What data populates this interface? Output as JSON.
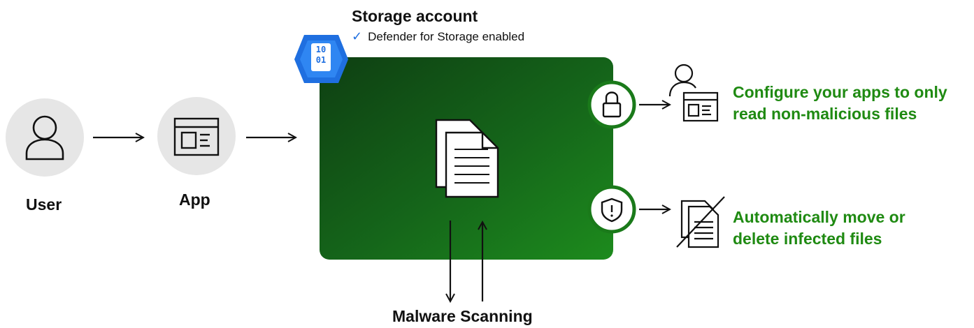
{
  "storage": {
    "title": "Storage account",
    "subtitle": "Defender for Storage enabled",
    "icon_text_line1": "10",
    "icon_text_line2": "01"
  },
  "nodes": {
    "user_label": "User",
    "app_label": "App"
  },
  "outcomes": {
    "read_line1": "Configure your apps to only",
    "read_line2": "read non-malicious files",
    "move_line1": "Automatically move or",
    "move_line2": "delete infected files"
  },
  "scanning": {
    "label": "Malware Scanning"
  },
  "colors": {
    "green_dark": "#0f4a14",
    "green_light": "#1a8a1a",
    "green_text": "#1f8a12",
    "blue_icon": "#1f6fe0",
    "node_circle": "#e6e6e6"
  }
}
